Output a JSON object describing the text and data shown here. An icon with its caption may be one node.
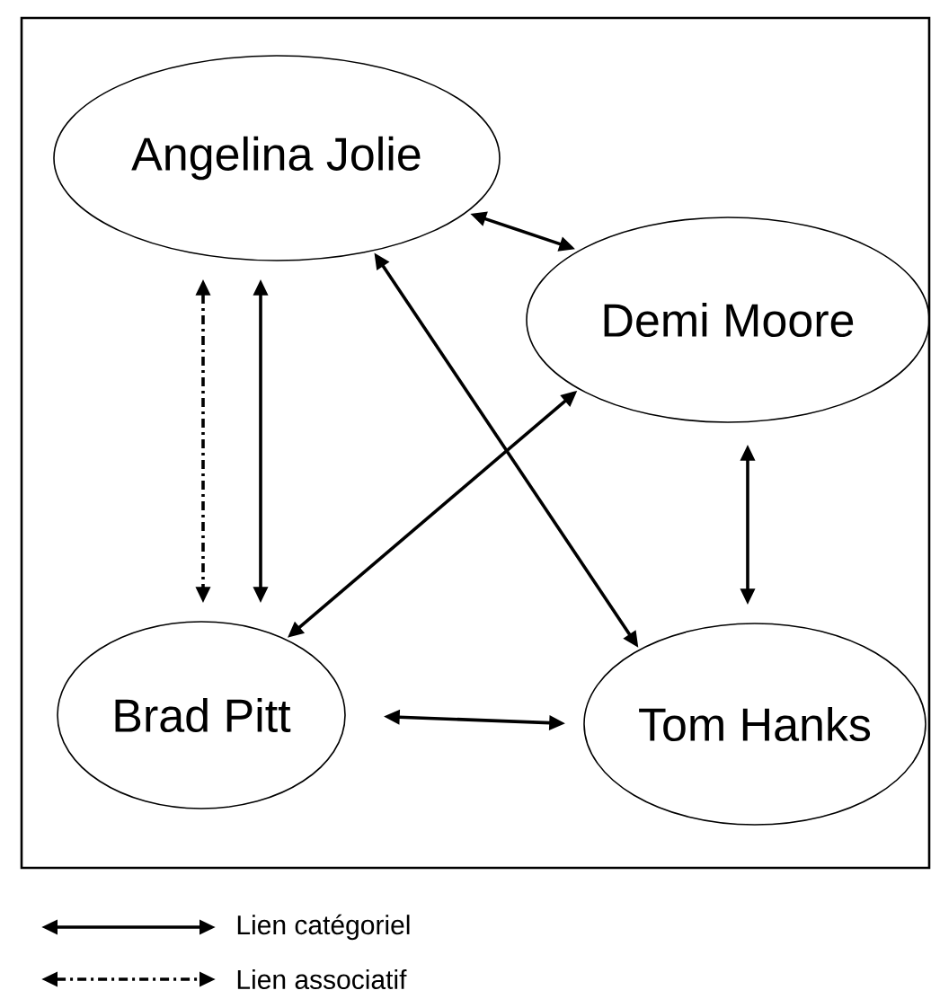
{
  "diagram": {
    "nodes": [
      {
        "text": [
          "Angelina Jolie"
        ]
      },
      {
        "text": [
          "Demi Moore"
        ]
      },
      {
        "text": [
          "Brad Pitt"
        ]
      },
      {
        "text": [
          "Tom Hanks"
        ]
      }
    ],
    "edges": [
      {
        "from": 0,
        "to": 1,
        "arrow": "both"
      },
      {
        "from": 0,
        "to": 2,
        "arrow": "both",
        "style": "dashed"
      },
      {
        "from": 0,
        "to": 2,
        "arrow": "both"
      },
      {
        "from": 0,
        "to": 3,
        "arrow": "both"
      },
      {
        "from": 1,
        "to": 2,
        "arrow": "both"
      },
      {
        "from": 1,
        "to": 3,
        "arrow": "both"
      },
      {
        "from": 2,
        "to": 3,
        "arrow": "both"
      }
    ],
    "legend": [
      {
        "text": "Lien catégoriel"
      },
      {
        "text": "Lien associatif"
      }
    ]
  }
}
